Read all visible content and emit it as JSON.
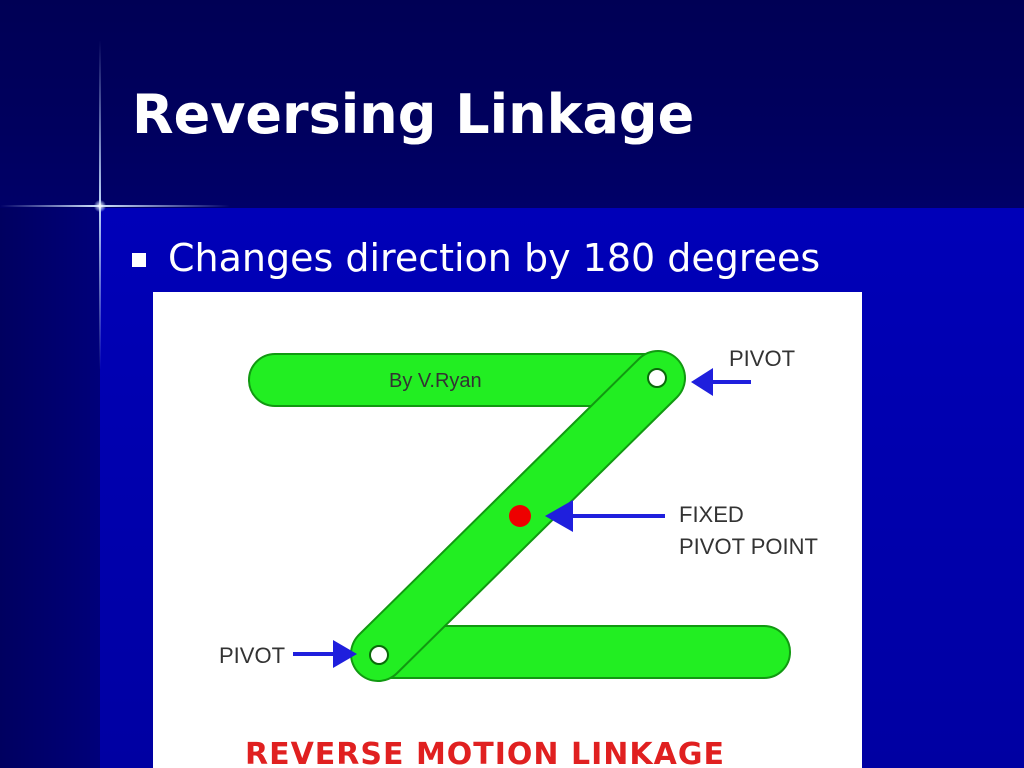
{
  "slide": {
    "title": "Reversing Linkage",
    "bullets": [
      "Changes direction by 180 degrees"
    ]
  },
  "figure": {
    "credit": "By V.Ryan",
    "label_pivot_top": "PIVOT",
    "label_fixed_line1": "FIXED",
    "label_fixed_line2": "PIVOT POINT",
    "label_pivot_bottom": "PIVOT",
    "caption": "REVERSE MOTION LINKAGE"
  },
  "colors": {
    "background": "#0000a6",
    "link_fill": "#22ee22",
    "link_stroke": "#119911",
    "arrow": "#1f1fdd",
    "fixed_pivot": "#ee0000",
    "caption": "#e02020"
  }
}
